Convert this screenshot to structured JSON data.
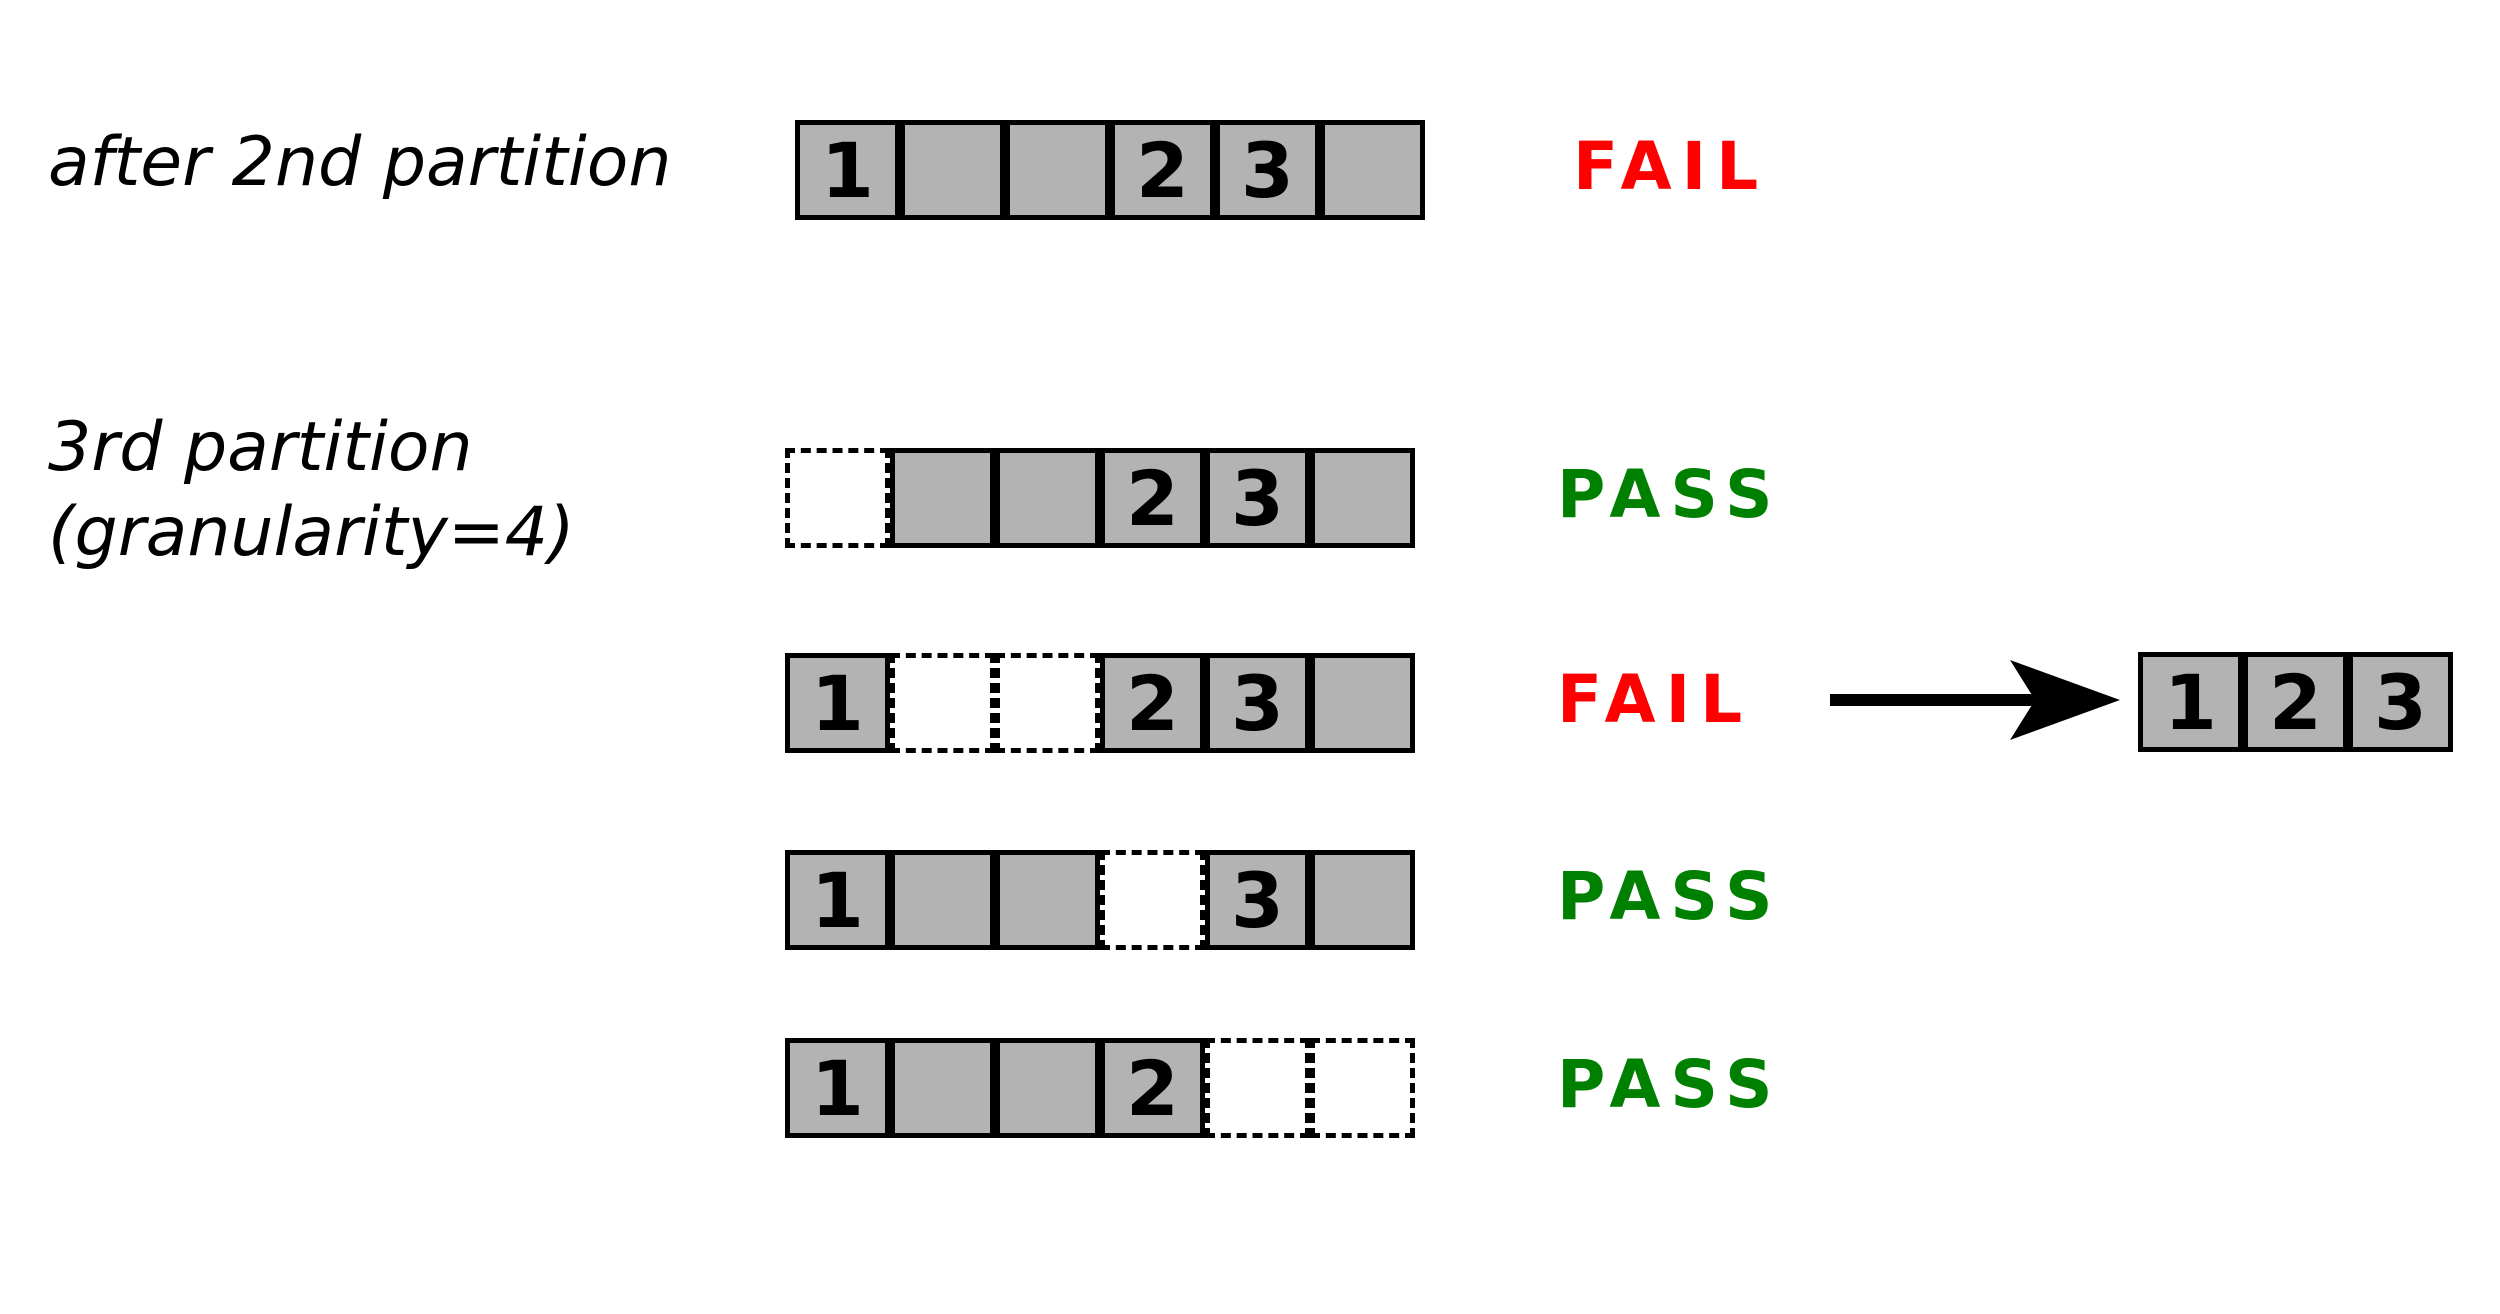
{
  "labels": {
    "after_second": "after 2nd partition",
    "third_line1": "3rd partition",
    "third_line2": "(granularity=4)"
  },
  "rows": [
    {
      "cells": [
        "1",
        "",
        "",
        "2",
        "3",
        ""
      ],
      "removed": [],
      "status": "FAIL"
    },
    {
      "cells": [
        "",
        "",
        "",
        "2",
        "3",
        ""
      ],
      "removed": [
        0
      ],
      "status": "PASS"
    },
    {
      "cells": [
        "1",
        "",
        "",
        "2",
        "3",
        ""
      ],
      "removed": [
        1,
        2
      ],
      "status": "FAIL"
    },
    {
      "cells": [
        "1",
        "",
        "",
        "",
        "3",
        ""
      ],
      "removed": [
        3
      ],
      "status": "PASS"
    },
    {
      "cells": [
        "1",
        "",
        "",
        "2",
        "",
        ""
      ],
      "removed": [
        4,
        5
      ],
      "status": "PASS"
    }
  ],
  "result": {
    "cells": [
      "1",
      "2",
      "3"
    ]
  },
  "colors": {
    "fail": "#ff0000",
    "pass": "#008000",
    "cell_fill": "#b3b3b3"
  },
  "icons": {
    "arrow": "arrow-right-icon"
  }
}
